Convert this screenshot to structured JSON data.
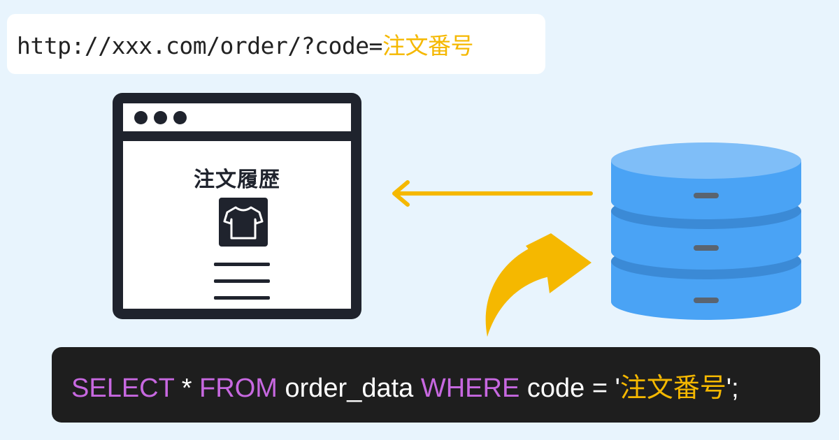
{
  "url": {
    "prefix": "http://xxx.com/order/?code=",
    "param": "注文番号"
  },
  "browser": {
    "title": "注文履歴",
    "icon": "t-shirt-icon"
  },
  "sql": {
    "kw_select": "SELECT",
    "star": " * ",
    "kw_from": "FROM",
    "table": " order_data ",
    "kw_where": "WHERE",
    "cond": " code = '",
    "value": "注文番号",
    "end": "';"
  },
  "colors": {
    "background": "#e8f4fd",
    "highlight": "#f5b800",
    "keyword": "#c768e0",
    "dark": "#1f232d",
    "database": "#4aa3f5",
    "arrow": "#f5b800"
  },
  "icons": [
    "t-shirt-icon",
    "database-icon",
    "arrow-left-icon",
    "curved-arrow-icon"
  ]
}
